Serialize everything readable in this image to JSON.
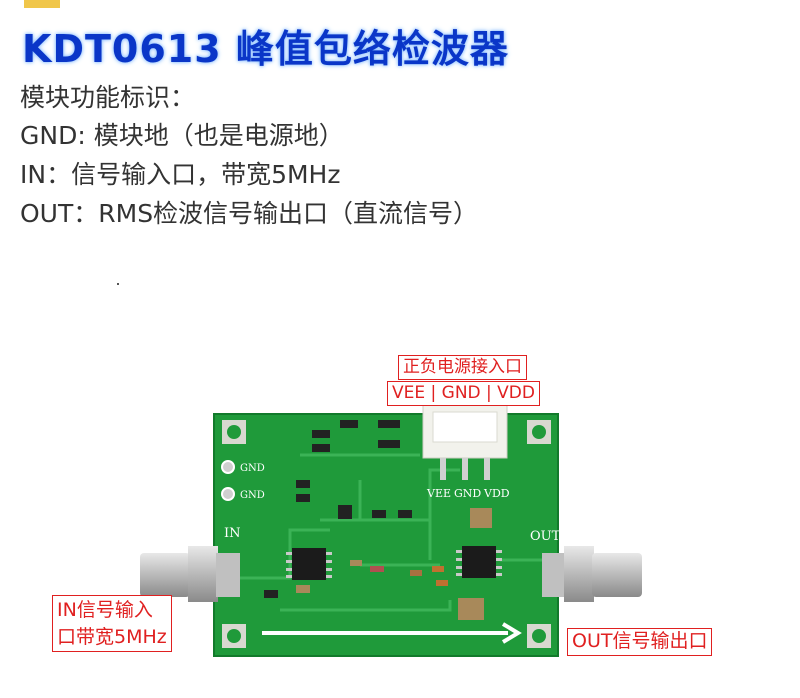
{
  "title": "KDT0613 峰值包络检波器",
  "lines": {
    "heading": "模块功能标识：",
    "gnd": "GND: 模块地（也是电源地）",
    "in": "IN：信号输入口，带宽5MHz",
    "out": "OUT：RMS检波信号输出口（直流信号）"
  },
  "callouts": {
    "power_title": "正负电源接入口",
    "power_pins": "VEE | GND | VDD",
    "in_line1": "IN信号输入",
    "in_line2": "口带宽5MHz",
    "out": "OUT信号输出口"
  },
  "silkscreen": {
    "gnd1": "GND",
    "gnd2": "GND",
    "in": "IN",
    "out": "OUT",
    "vee": "VEE",
    "gnd": "GND",
    "vdd": "VDD"
  },
  "colors": {
    "title": "#0a36c8",
    "pcb": "#1f9a3a",
    "callout": "#e02020"
  }
}
